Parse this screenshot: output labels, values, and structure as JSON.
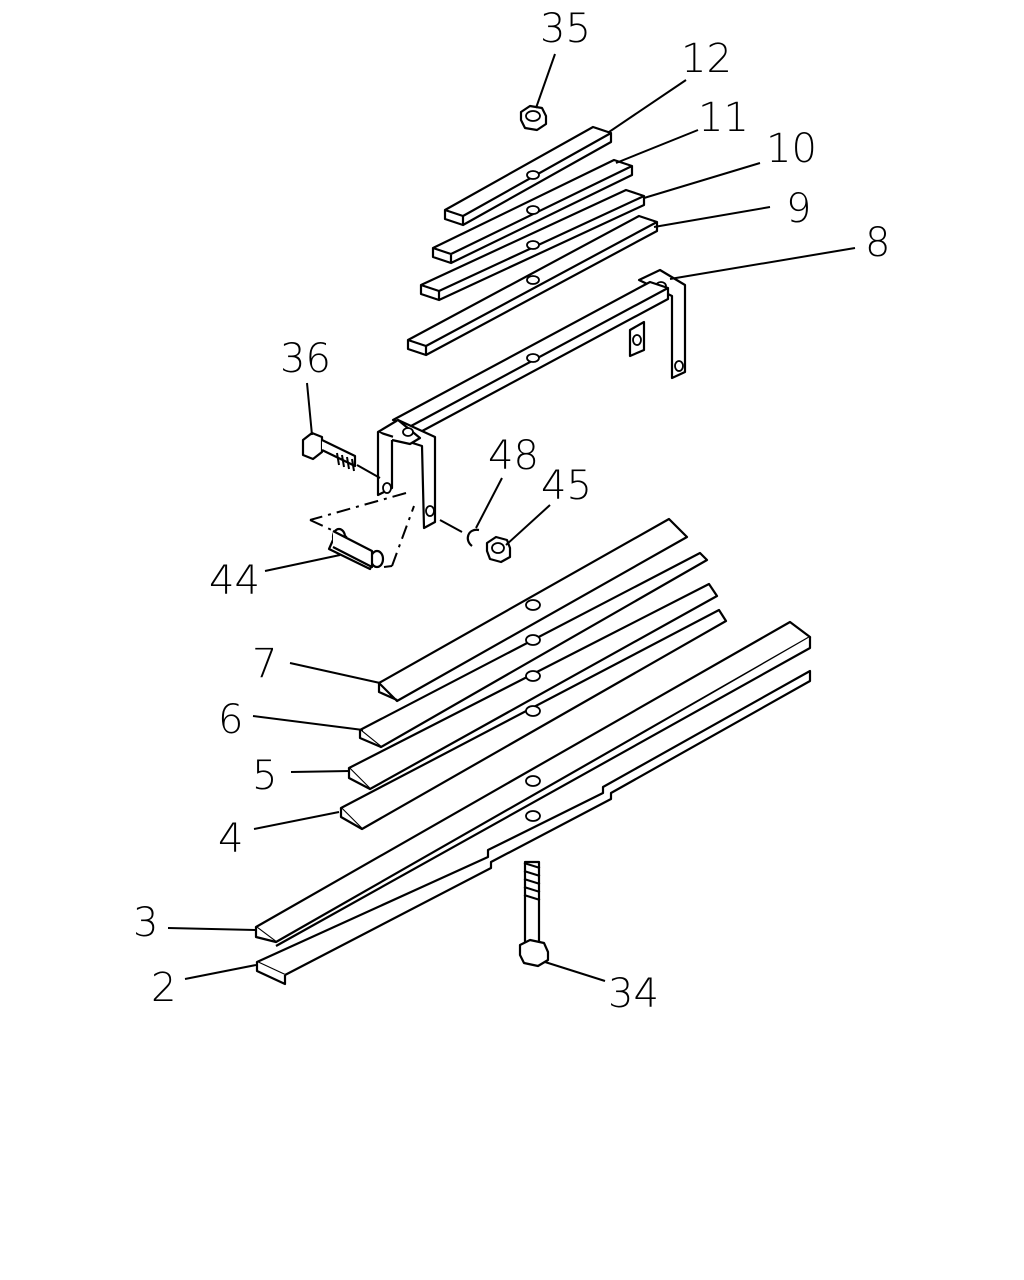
{
  "callouts": {
    "c35": "35",
    "c12": "12",
    "c11": "11",
    "c10": "10",
    "c9": "9",
    "c8": "8",
    "c36": "36",
    "c48": "48",
    "c45": "45",
    "c44": "44",
    "c7": "7",
    "c6": "6",
    "c5": "5",
    "c4": "4",
    "c3": "3",
    "c2": "2",
    "c34": "34"
  }
}
